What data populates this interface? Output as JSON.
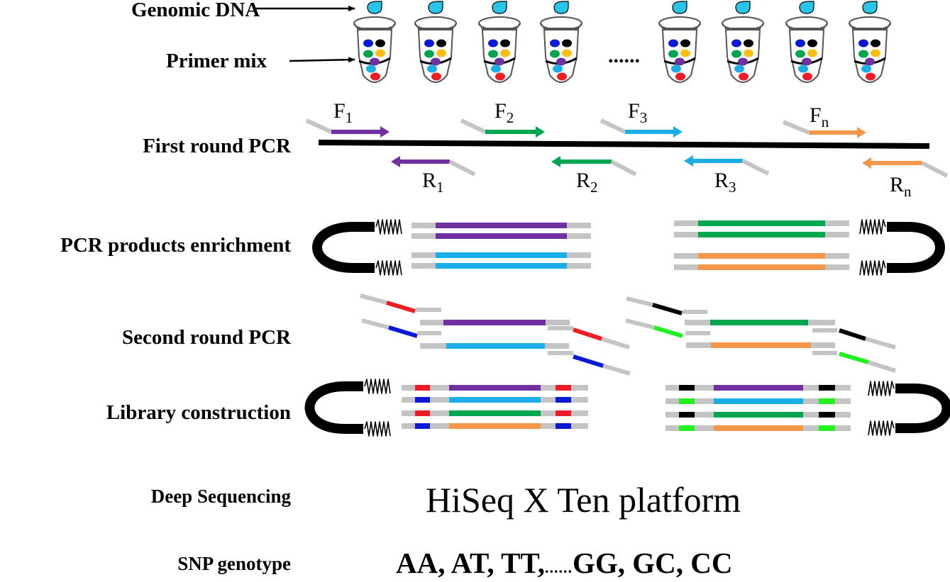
{
  "labels": {
    "genomic_dna": "Genomic DNA",
    "primer_mix": "Primer mix",
    "ellipsis": "......",
    "first_round": "First round PCR",
    "enrichment": "PCR products enrichment",
    "second_round": "Second round PCR",
    "library": "Library construction",
    "sequencing": "Deep Sequencing",
    "genotype": "SNP genotype"
  },
  "primers": {
    "f1": {
      "base": "F",
      "sub": "1"
    },
    "f2": {
      "base": "F",
      "sub": "2"
    },
    "f3": {
      "base": "F",
      "sub": "3"
    },
    "fn": {
      "base": "F",
      "sub": "n"
    },
    "r1": {
      "base": "R",
      "sub": "1"
    },
    "r2": {
      "base": "R",
      "sub": "2"
    },
    "r3": {
      "base": "R",
      "sub": "3"
    },
    "rn": {
      "base": "R",
      "sub": "n"
    }
  },
  "platform": "HiSeq X Ten platform",
  "genotypes": {
    "left": "AA,  AT,  TT,",
    "dots": "......",
    "right": "GG, GC, CC"
  },
  "colors": {
    "purple": "#7030a0",
    "green": "#00a550",
    "cyan": "#1aade8",
    "orange": "#f4974a",
    "red": "#ee1c25",
    "blue": "#0b18d6",
    "black": "#000000",
    "lime": "#22f020",
    "gray": "#c4c4c4",
    "yellow": "#fbbf0f",
    "drop": "#29c4e8"
  }
}
